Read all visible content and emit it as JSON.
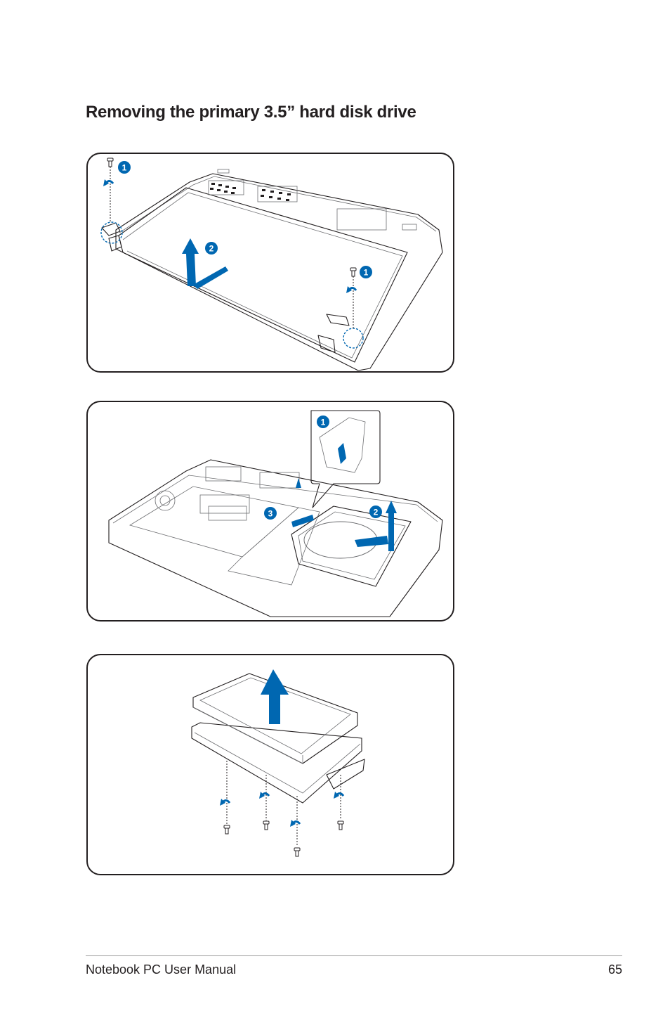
{
  "page": {
    "title": "Removing the primary 3.5” hard disk drive",
    "footer_left": "Notebook PC User Manual",
    "page_number": "65"
  },
  "panels": [
    {
      "step_labels": [
        "1",
        "2",
        "1"
      ]
    },
    {
      "step_labels": [
        "1",
        "3",
        "2"
      ]
    },
    {
      "step_labels": []
    }
  ],
  "colors": {
    "accent": "#0067b1",
    "line": "#231f20",
    "footer_rule": "#9d9d9d"
  }
}
